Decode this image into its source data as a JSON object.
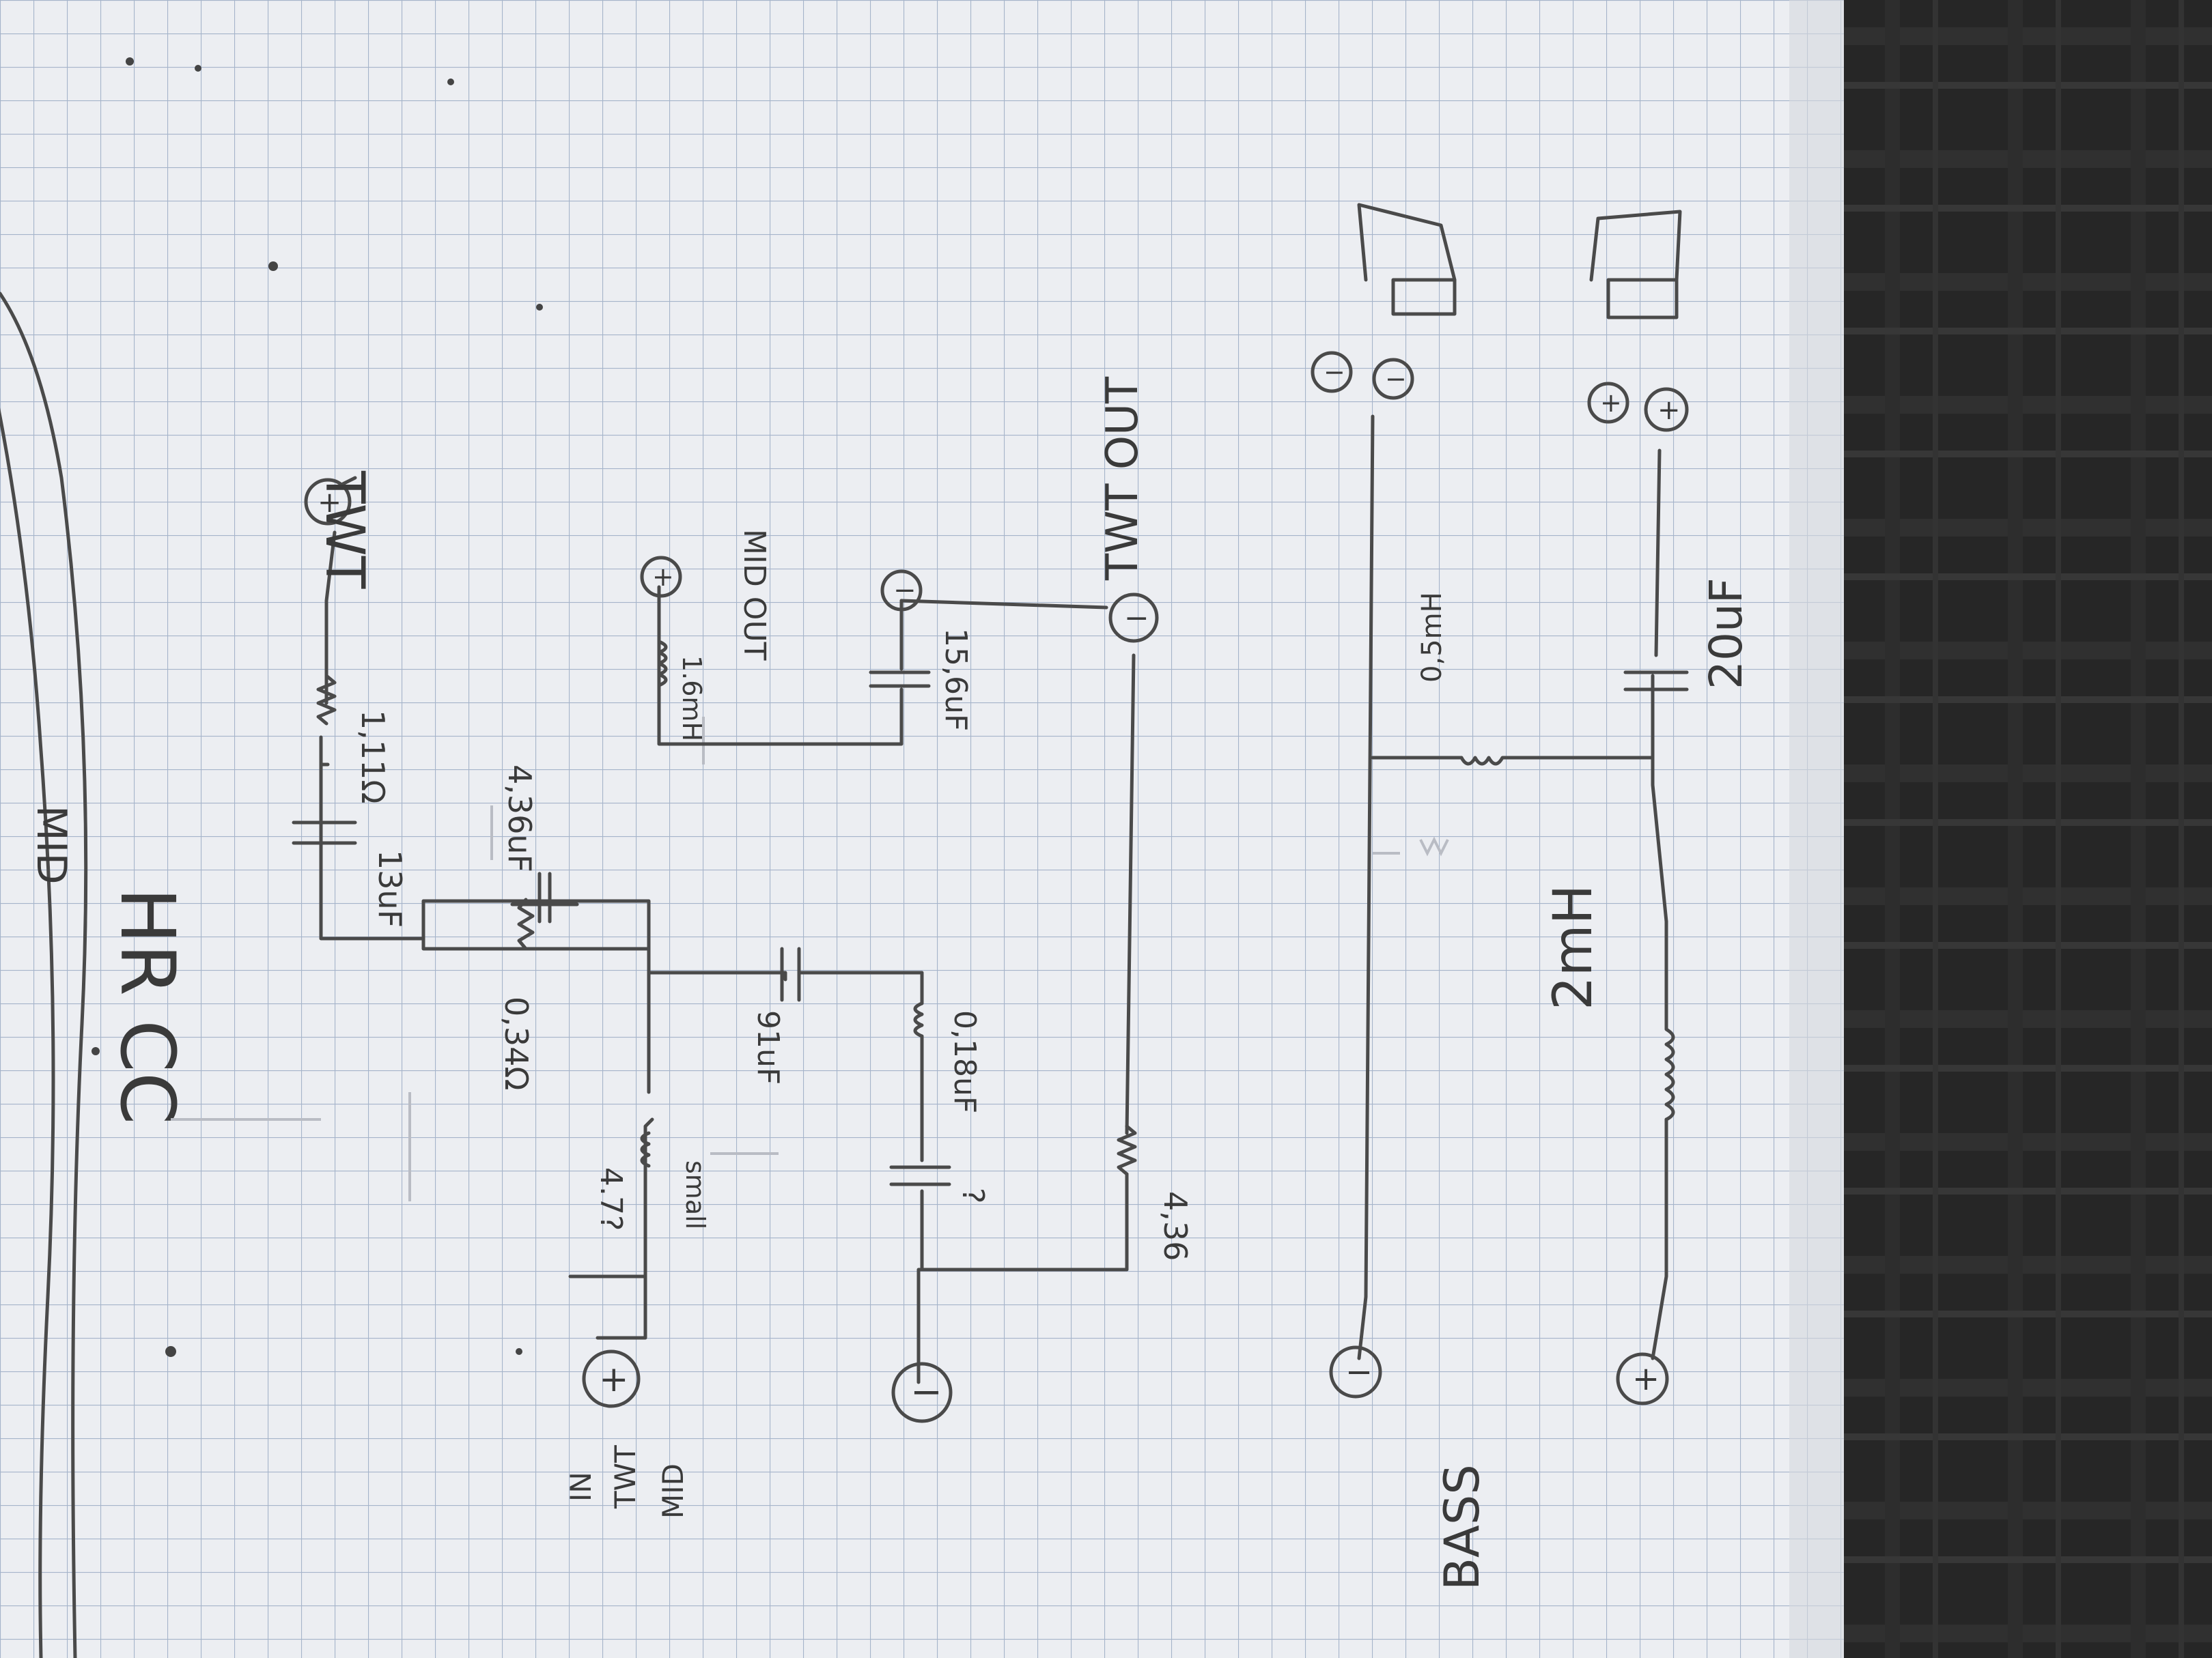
{
  "colors": {
    "paper": "#eceef2",
    "grid": "#9fb0c8",
    "ink": "#3a3a3a",
    "fabric": "#2b2b2b"
  },
  "header": {
    "section_label": "MID",
    "title": "HR CC"
  },
  "tweeter_mid_network": {
    "input_label_lines": [
      "IN",
      "TWT",
      "MID"
    ],
    "input_plus": "+",
    "input_minus": "−",
    "series_cap": "13uF",
    "series_res": "1,11Ω",
    "twt_plus": "+",
    "twt_label": "TWT",
    "shunt_res": "0,34Ω",
    "bypass_cap": "4,36uF",
    "mid_inductor": "small",
    "mid_inductor_value": "4.7?",
    "notch_cap": "91uF",
    "notch_inductor": "0,18uF",
    "notch_cap2": "?",
    "trap_inductor": "1.6mH",
    "trap_cap": "15,6uF",
    "trap_plus": "+",
    "trap_minus": "−",
    "mid_out_label": "MID OUT",
    "output_res": "4,36",
    "twt_out_minus": "−",
    "twt_out_label": "TWT OUT"
  },
  "bass_network": {
    "label": "BASS",
    "input_minus": "−",
    "input_plus": "+",
    "shunt_inductor": "0,5mH",
    "series_inductor": "2mH",
    "shunt_cap": "20uF",
    "out_minus_1": "−",
    "out_minus_2": "−",
    "out_plus_1": "+",
    "out_plus_2": "+"
  }
}
